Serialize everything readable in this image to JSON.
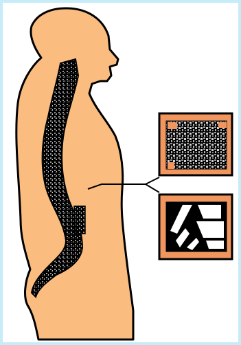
{
  "colors": {
    "frame": "#c6ecf8",
    "background": "#ffffff",
    "body_fill": "#fbbd7f",
    "outline": "#000000",
    "spine": "#000000",
    "bone_speckle": "#8a8a8a",
    "detail_fill": "#f0965e"
  },
  "icons": {
    "figure": "human-silhouette-side-view",
    "spine": "curved-spine",
    "detail_top": "bone-texture-porous",
    "detail_bottom": "bone-texture-healthy"
  }
}
